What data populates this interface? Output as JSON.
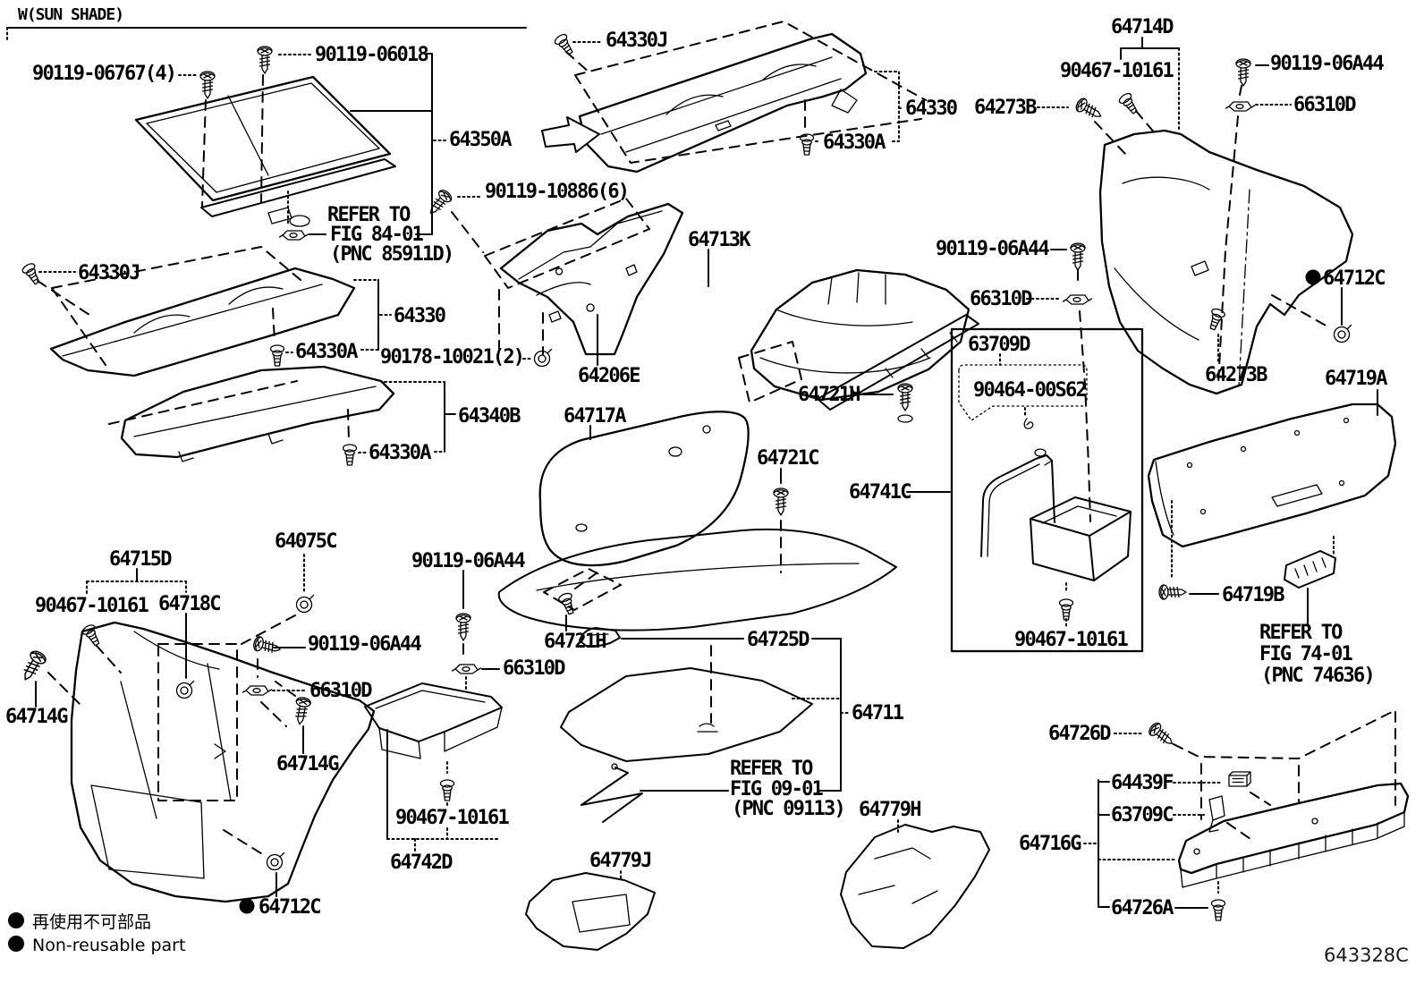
{
  "diagram": {
    "variant_note": "W(SUN SHADE)",
    "diagram_code": "643328C",
    "legend": {
      "jp": "再使用不可部品",
      "en": "Non-reusable part"
    },
    "refs": {
      "fig84": {
        "refer": "REFER TO",
        "fig": "FIG 84-01",
        "pnc": "(PNC 85911D)"
      },
      "fig09": {
        "refer": "REFER TO",
        "fig": "FIG 09-01",
        "pnc": "(PNC 09113)"
      },
      "fig74": {
        "refer": "REFER TO",
        "fig": "FIG 74-01",
        "pnc": "(PNC 74636)"
      }
    },
    "parts": {
      "p64350A": "64350A",
      "p64330": "64330",
      "p64330A": "64330A",
      "p64330J": "64330J",
      "p64340B": "64340B",
      "p64206E": "64206E",
      "p64713K": "64713K",
      "p64717A": "64717A",
      "p64721H": "64721H",
      "p64721C": "64721C",
      "p64741C": "64741C",
      "p63709D": "63709D",
      "p63709C": "63709C",
      "p64714D": "64714D",
      "p64714G": "64714G",
      "p64715D": "64715D",
      "p64718C": "64718C",
      "p64719A": "64719A",
      "p64719B": "64719B",
      "p64711": "64711",
      "p64725D": "64725D",
      "p64726A": "64726A",
      "p64726D": "64726D",
      "p64716G": "64716G",
      "p64439F": "64439F",
      "p64712C": "64712C",
      "p64273B": "64273B",
      "p64075C": "64075C",
      "p64742D": "64742D",
      "p64779J": "64779J",
      "p64779H": "64779H",
      "p66310D": "66310D",
      "p90119_06018": "90119-06018",
      "p90119_06767_4": "90119-06767(4)",
      "p90119_10886_6": "90119-10886(6)",
      "p90119_06A44": "90119-06A44",
      "p90178_10021_2": "90178-10021(2)",
      "p90464_00S62": "90464-00S62",
      "p90467_10161": "90467-10161"
    }
  }
}
